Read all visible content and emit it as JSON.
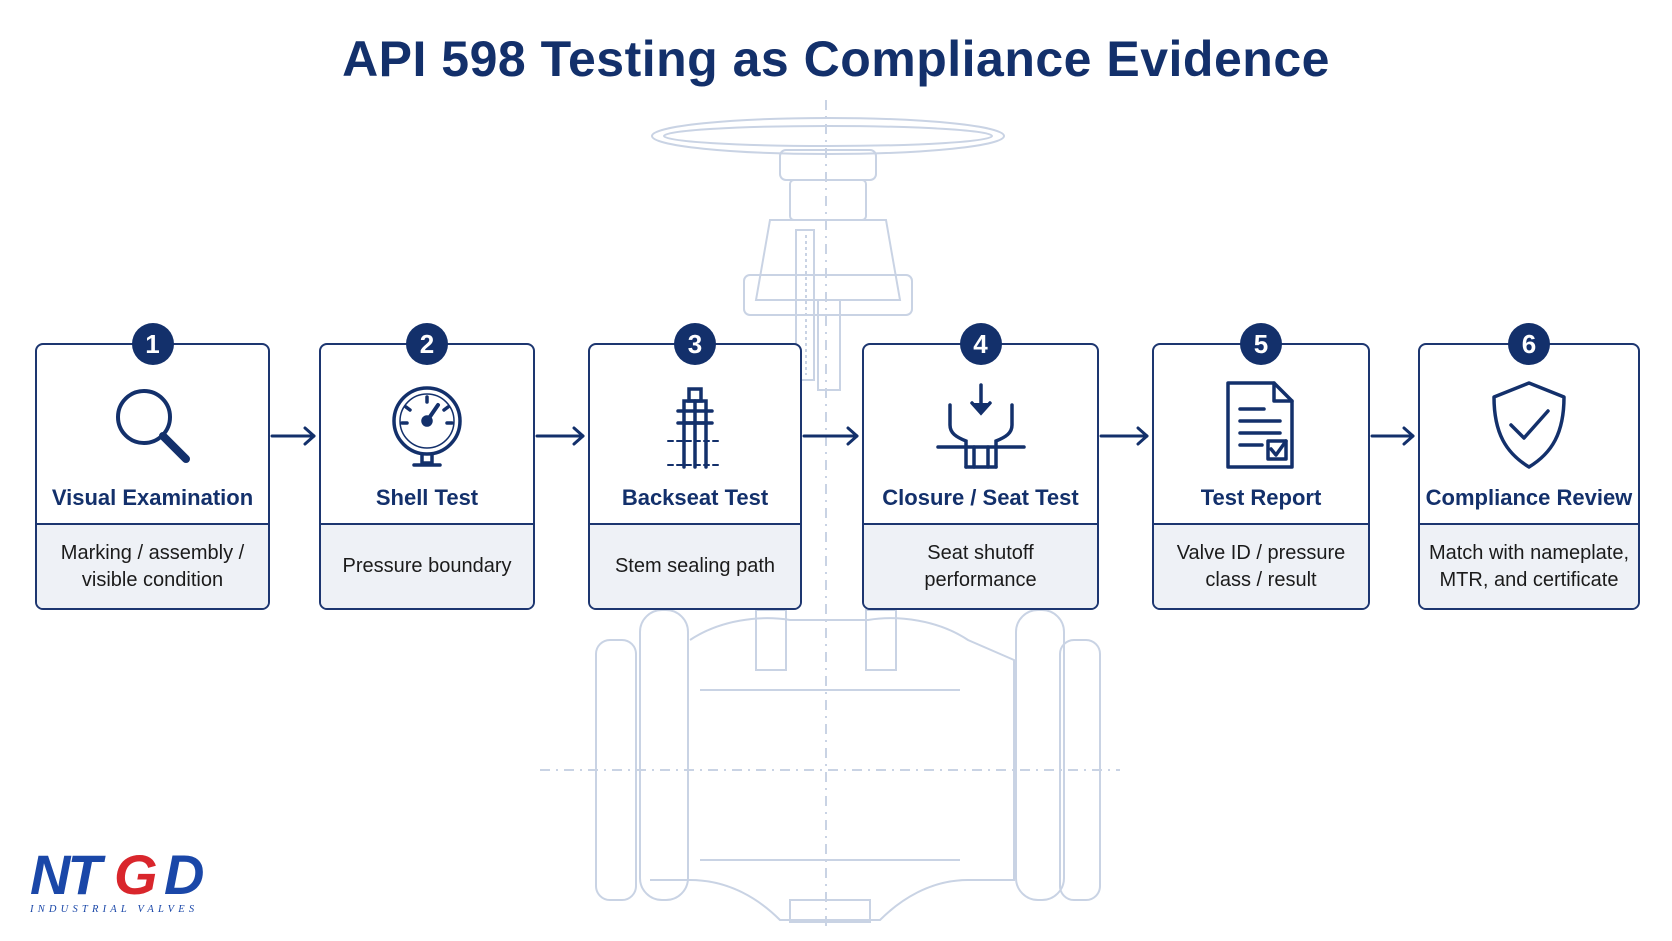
{
  "title": "API 598 Testing as Compliance Evidence",
  "steps": [
    {
      "number": "1",
      "title": "Visual Examination",
      "description": "Marking / assembly /\nvisible condition",
      "icon": "magnifier-icon"
    },
    {
      "number": "2",
      "title": "Shell Test",
      "description": "Pressure boundary",
      "icon": "pressure-gauge-icon"
    },
    {
      "number": "3",
      "title": "Backseat Test",
      "description": "Stem sealing path",
      "icon": "valve-stem-icon"
    },
    {
      "number": "4",
      "title": "Closure / Seat Test",
      "description": "Seat shutoff performance",
      "icon": "valve-seat-icon"
    },
    {
      "number": "5",
      "title": "Test Report",
      "description": "Valve ID / pressure\nclass / result",
      "icon": "document-check-icon"
    },
    {
      "number": "6",
      "title": "Compliance Review",
      "description": "Match with nameplate,\nMTR, and certificate",
      "icon": "shield-check-icon"
    }
  ],
  "logo": {
    "mark": "NTGD",
    "tagline": "INDUSTRIAL VALVES"
  },
  "colors": {
    "primary": "#13306b",
    "accent_red": "#d9262c",
    "box_fill": "#eef1f6",
    "background_drawing": "#c9d3e4"
  }
}
